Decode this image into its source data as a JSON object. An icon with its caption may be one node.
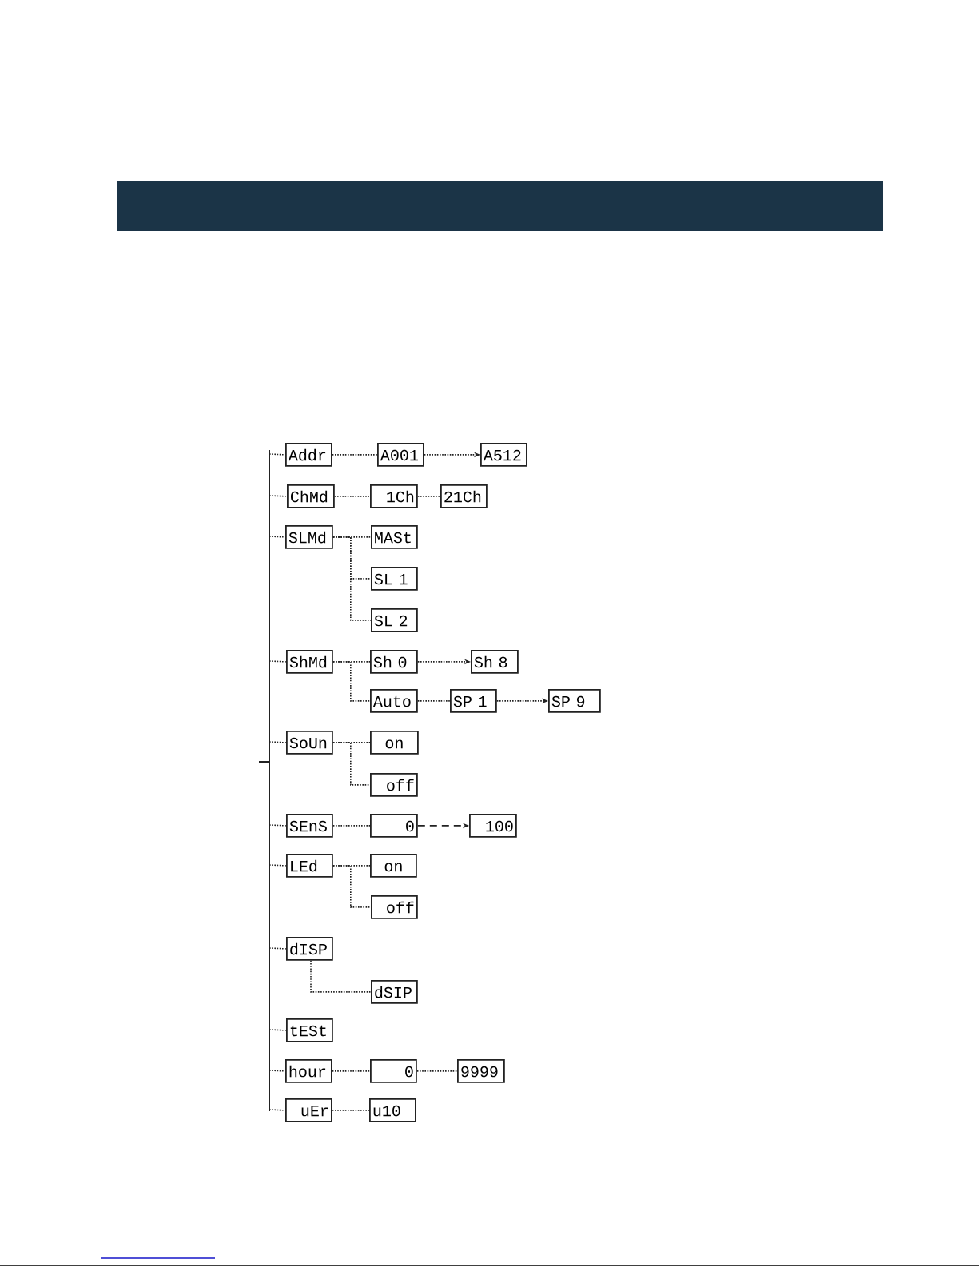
{
  "diagram": {
    "nodes": [
      {
        "text": [
          "Addr"
        ]
      },
      {
        "text": [
          "A001"
        ]
      },
      {
        "text": [
          "A512"
        ]
      },
      {
        "text": [
          "ChMd"
        ]
      },
      {
        "text": [
          "1Ch"
        ]
      },
      {
        "text": [
          "21Ch"
        ]
      },
      {
        "text": [
          "SLMd"
        ]
      },
      {
        "text": [
          "MASt"
        ]
      },
      {
        "text": [
          "SL 1"
        ]
      },
      {
        "text": [
          "SL 2"
        ]
      },
      {
        "text": [
          "ShMd"
        ]
      },
      {
        "text": [
          "Sh 0"
        ]
      },
      {
        "text": [
          "Sh 8"
        ]
      },
      {
        "text": [
          "Auto"
        ]
      },
      {
        "text": [
          "SP 1"
        ]
      },
      {
        "text": [
          "SP 9"
        ]
      },
      {
        "text": [
          "SoUn"
        ]
      },
      {
        "text": [
          "on"
        ]
      },
      {
        "text": [
          "off"
        ]
      },
      {
        "text": [
          "SEnS"
        ]
      },
      {
        "text": [
          "0"
        ]
      },
      {
        "text": [
          "100"
        ]
      },
      {
        "text": [
          "LEd"
        ]
      },
      {
        "text": [
          "on"
        ]
      },
      {
        "text": [
          "off"
        ]
      },
      {
        "text": [
          "dISP"
        ]
      },
      {
        "text": [
          "dSIP"
        ]
      },
      {
        "text": [
          "tESt"
        ]
      },
      {
        "text": [
          "hour"
        ]
      },
      {
        "text": [
          "0"
        ]
      },
      {
        "text": [
          "9999"
        ]
      },
      {
        "text": [
          "uEr"
        ]
      },
      {
        "text": [
          "u10"
        ]
      }
    ],
    "edges": [
      {
        "from": null,
        "to": 0,
        "arrow": "none"
      },
      {
        "from": 0,
        "to": 1,
        "arrow": "none"
      },
      {
        "from": 1,
        "to": 2,
        "arrow": "to"
      },
      {
        "from": null,
        "to": 3,
        "arrow": "none"
      },
      {
        "from": 3,
        "to": 4,
        "arrow": "none"
      },
      {
        "from": 4,
        "to": 5,
        "arrow": "none"
      },
      {
        "from": null,
        "to": 6,
        "arrow": "none"
      },
      {
        "from": 6,
        "to": 7,
        "arrow": "none"
      },
      {
        "from": 6,
        "to": 8,
        "arrow": "none"
      },
      {
        "from": 6,
        "to": 9,
        "arrow": "none"
      },
      {
        "from": null,
        "to": 10,
        "arrow": "none"
      },
      {
        "from": 10,
        "to": 11,
        "arrow": "none"
      },
      {
        "from": 11,
        "to": 12,
        "arrow": "to"
      },
      {
        "from": 10,
        "to": 13,
        "arrow": "none"
      },
      {
        "from": 13,
        "to": 14,
        "arrow": "none"
      },
      {
        "from": 14,
        "to": 15,
        "arrow": "to"
      },
      {
        "from": null,
        "to": 16,
        "arrow": "none"
      },
      {
        "from": 16,
        "to": 17,
        "arrow": "none"
      },
      {
        "from": 16,
        "to": 18,
        "arrow": "none"
      },
      {
        "from": null,
        "to": 19,
        "arrow": "none"
      },
      {
        "from": 19,
        "to": 20,
        "arrow": "none"
      },
      {
        "from": 20,
        "to": 21,
        "arrow": "to",
        "style": "dashed"
      },
      {
        "from": null,
        "to": 22,
        "arrow": "none"
      },
      {
        "from": 22,
        "to": 23,
        "arrow": "none"
      },
      {
        "from": 22,
        "to": 24,
        "arrow": "none"
      },
      {
        "from": null,
        "to": 25,
        "arrow": "none"
      },
      {
        "from": 25,
        "to": 26,
        "arrow": "none"
      },
      {
        "from": null,
        "to": 27,
        "arrow": "none"
      },
      {
        "from": null,
        "to": 28,
        "arrow": "none"
      },
      {
        "from": 28,
        "to": 29,
        "arrow": "none"
      },
      {
        "from": 29,
        "to": 30,
        "arrow": "none"
      },
      {
        "from": null,
        "to": 31,
        "arrow": "none"
      },
      {
        "from": 31,
        "to": 32,
        "arrow": "none"
      }
    ]
  }
}
